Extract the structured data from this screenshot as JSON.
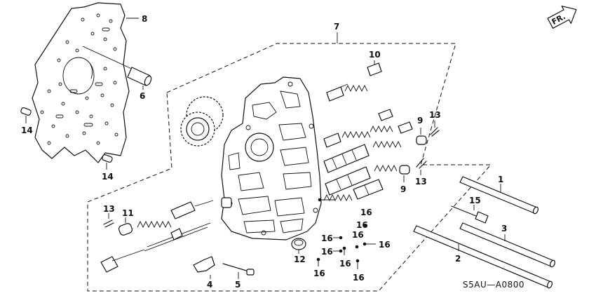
{
  "direction": {
    "label": "FR."
  },
  "diagram_code": "S5AU—A0800",
  "callouts": {
    "c1": "1",
    "c2": "2",
    "c3": "3",
    "c4": "4",
    "c5": "5",
    "c6": "6",
    "c7": "7",
    "c8": "8",
    "c9_upper": "9",
    "c9_lower": "9",
    "c10": "10",
    "c11": "11",
    "c12": "12",
    "c13_upper": "13",
    "c13_right": "13",
    "c13_left": "13",
    "c14_left": "14",
    "c14_bottom": "14",
    "c15": "15",
    "c16_a": "16",
    "c16_b": "16",
    "c16_c": "16",
    "c16_d": "16",
    "c16_e": "16",
    "c16_f": "16",
    "c16_g": "16",
    "c16_h": "16",
    "c16_i": "16"
  }
}
